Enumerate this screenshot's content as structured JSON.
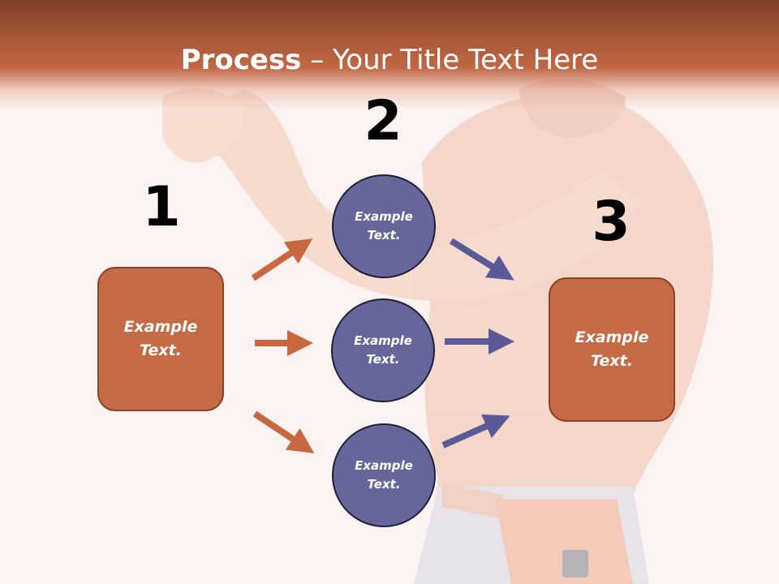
{
  "title": {
    "bold": "Process",
    "rest": " – Your Title Text Here"
  },
  "steps": [
    {
      "number": "1",
      "label": "Example\nText."
    },
    {
      "number": "2"
    },
    {
      "number": "3",
      "label": "Example\nText."
    }
  ],
  "circles": [
    {
      "label": "Example\nText."
    },
    {
      "label": "Example\nText."
    },
    {
      "label": "Example\nText."
    }
  ],
  "colors": {
    "box": "#c46a45",
    "circle": "#66669a",
    "arrow_orange": "#c8683f",
    "arrow_purple": "#5a5a98",
    "title_band": "#a9583a"
  }
}
